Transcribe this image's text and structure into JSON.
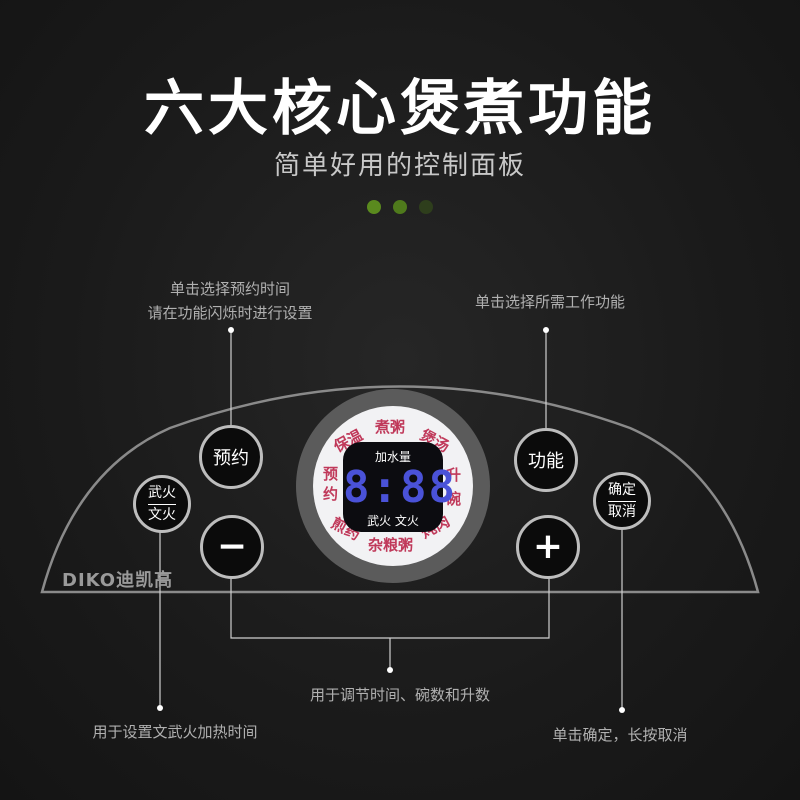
{
  "header": {
    "title": "六大核心煲煮功能",
    "subtitle": "简单好用的控制面板"
  },
  "annotations": {
    "top_left_line1": "单击选择预约时间",
    "top_left_line2": "请在功能闪烁时进行设置",
    "top_right": "单击选择所需工作功能",
    "bottom_center": "用于调节时间、碗数和升数",
    "bottom_left": "用于设置文武火加热时间",
    "bottom_right": "单击确定，长按取消"
  },
  "panel": {
    "brand": "DIKO迪凯高",
    "buttons": {
      "reserve": "预约",
      "function": "功能",
      "fire_top": "武火",
      "fire_bottom": "文火",
      "confirm_top": "确定",
      "confirm_bottom": "取消",
      "minus": "−",
      "plus": "+"
    },
    "display": {
      "water": "加水量",
      "digits": "8:88",
      "fire_mode": "武火 文火",
      "functions": {
        "keep_warm": "保温",
        "boil_congee": "煮粥",
        "stew_soup": "煲汤",
        "reserve": "预约",
        "liter": "升",
        "bowl": "碗",
        "decoct": "煎药",
        "multigrain": "杂粮粥",
        "stew_meat": "炖肉"
      }
    }
  },
  "colors": {
    "dot_1": "#5a8a1e",
    "dot_2": "#4f7a1c",
    "dot_3": "#2e3e1c",
    "function_red": "#c0395a",
    "lcd_blue": "#4a52d8"
  }
}
